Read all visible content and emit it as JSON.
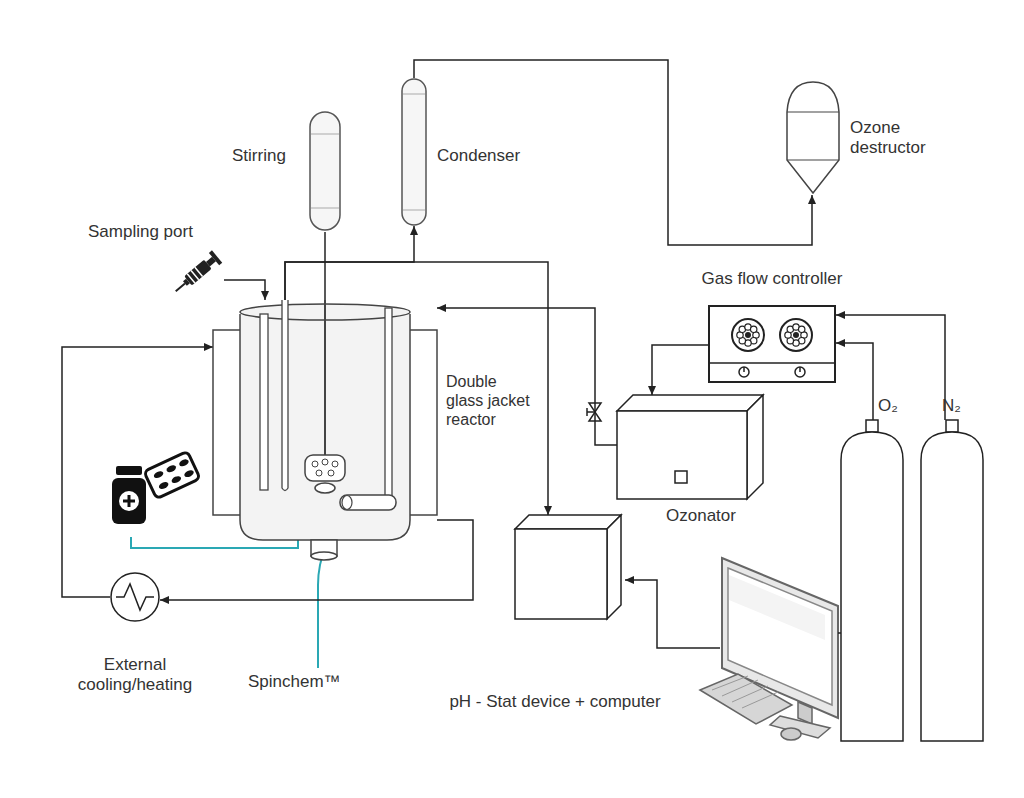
{
  "diagram": {
    "nodes": [
      {
        "text": [
          "Sampling port"
        ]
      },
      {
        "text": [
          "Stirring"
        ]
      },
      {
        "text": [
          "Condenser"
        ]
      },
      {
        "text": [
          "Ozone destructor"
        ]
      },
      {
        "text": [
          "Gas flow controller"
        ]
      },
      {
        "text": [
          "Double glass jacket reactor"
        ]
      },
      {
        "text": [
          "Ozonator"
        ]
      },
      {
        "text": [
          "O₂"
        ]
      },
      {
        "text": [
          "N₂"
        ]
      },
      {
        "text": [
          "External cooling/heating"
        ]
      },
      {
        "text": [
          "pH - Stat device + computer"
        ]
      }
    ],
    "edges": [
      {
        "from": 0,
        "to": 5,
        "arrow": "to"
      },
      {
        "from": 1,
        "to": 5,
        "arrow": "none"
      },
      {
        "from": 5,
        "to": 2,
        "arrow": "to"
      },
      {
        "from": 5,
        "to": 10,
        "arrow": "to"
      },
      {
        "from": 2,
        "to": 3,
        "arrow": "to"
      },
      {
        "from": 7,
        "to": 4,
        "arrow": "to"
      },
      {
        "from": 8,
        "to": 4,
        "arrow": "to"
      },
      {
        "from": 4,
        "to": 6,
        "arrow": "to"
      },
      {
        "from": 6,
        "to": 5,
        "arrow": "to"
      },
      {
        "from": 9,
        "to": 5,
        "arrow": "to"
      },
      {
        "from": 5,
        "to": 9,
        "arrow": "to"
      }
    ],
    "labels": [
      "Spinchem™"
    ]
  }
}
